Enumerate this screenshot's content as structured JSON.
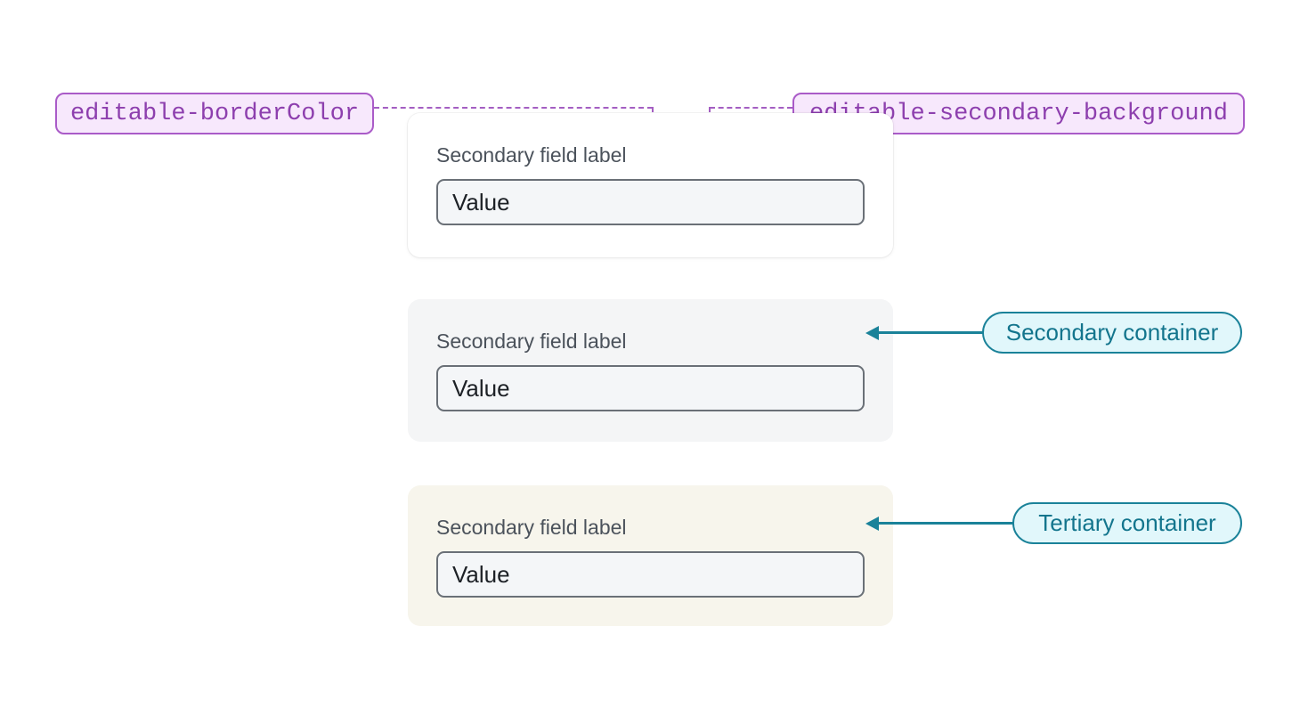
{
  "tokens": {
    "border": "editable-borderColor",
    "background": "editable-secondary-background"
  },
  "containers": [
    {
      "variant": "primary",
      "label": "Secondary field label",
      "value": "Value"
    },
    {
      "variant": "secondary",
      "label": "Secondary field label",
      "value": "Value",
      "annotation": "Secondary container"
    },
    {
      "variant": "tertiary",
      "label": "Secondary field label",
      "value": "Value",
      "annotation": "Tertiary container"
    }
  ],
  "colors": {
    "token_pill_bg": "#f7e8fc",
    "token_pill_border": "#aa5bc8",
    "token_pill_text": "#8d3fae",
    "dashed_connector": "#a45ec2",
    "annotation_pill_bg": "#e1f7fb",
    "annotation_pill_border": "#1a8299",
    "annotation_pill_text": "#13758d",
    "card_primary_bg": "#ffffff",
    "card_secondary_bg": "#f4f5f6",
    "card_tertiary_bg": "#f7f5ec",
    "field_bg": "#f4f6f8",
    "field_border": "#6a7077",
    "field_label_text": "#4b525b",
    "field_value_text": "#1d2126"
  }
}
